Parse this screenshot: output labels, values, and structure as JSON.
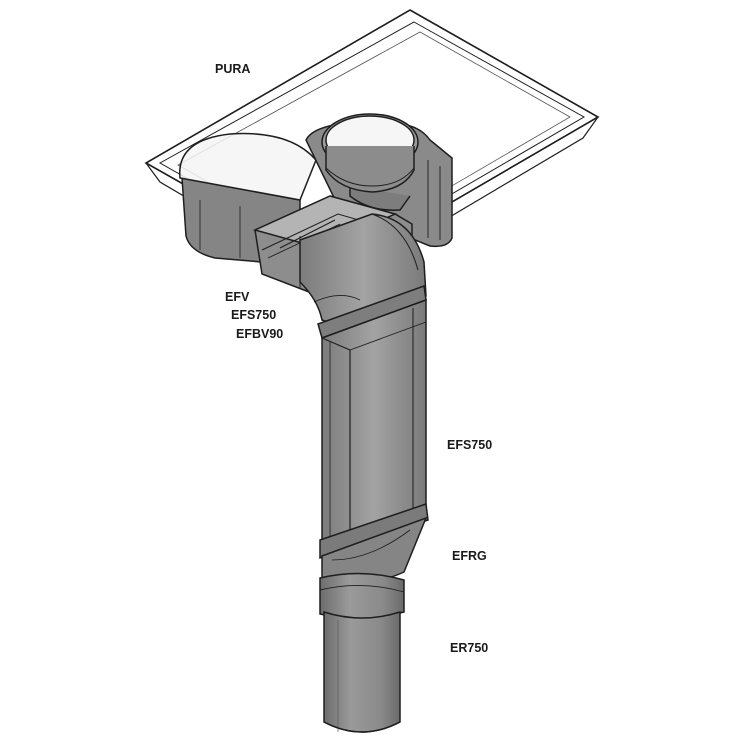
{
  "labels": {
    "pura": "PURA",
    "efv": "EFV",
    "efs750_upper": "EFS750",
    "efbv90": "EFBV90",
    "efs750_lower": "EFS750",
    "efrg": "EFRG",
    "er750": "ER750"
  },
  "colors": {
    "background": "#ffffff",
    "duct_body": "#8e8e8e",
    "duct_highlight": "#a9a9a9",
    "duct_shadow": "#6f6f6f",
    "outline": "#1e1e1e"
  }
}
